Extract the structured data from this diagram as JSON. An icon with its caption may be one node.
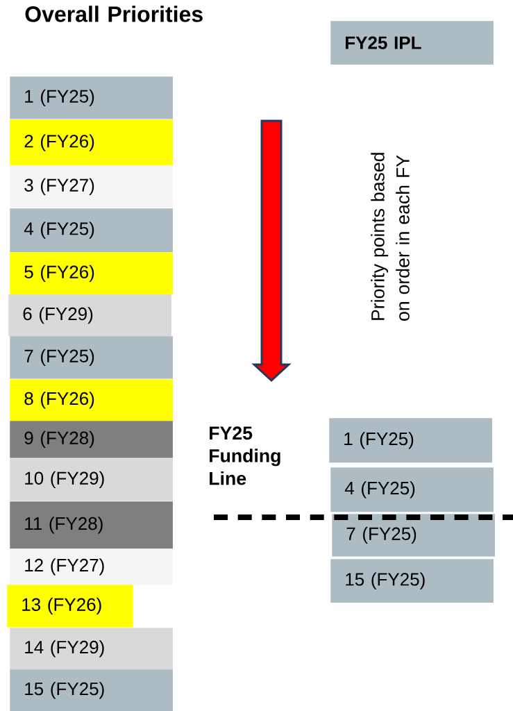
{
  "diagram": {
    "title": "Overall Priorities",
    "nodes": [
      {
        "text": [
          "1 (FY25)"
        ]
      },
      {
        "text": [
          "2 (FY26)"
        ]
      },
      {
        "text": [
          "3 (FY27)"
        ]
      },
      {
        "text": [
          "4 (FY25)"
        ]
      },
      {
        "text": [
          "5 (FY26)"
        ]
      },
      {
        "text": [
          "6 (FY29)"
        ]
      },
      {
        "text": [
          "7 (FY25)"
        ]
      },
      {
        "text": [
          "8 (FY26)"
        ]
      },
      {
        "text": [
          "9 (FY28)"
        ]
      },
      {
        "text": [
          "10 (FY29)"
        ]
      },
      {
        "text": [
          "11 (FY28)"
        ]
      },
      {
        "text": [
          "12 (FY27)"
        ]
      },
      {
        "text": [
          "13 (FY26)"
        ]
      },
      {
        "text": [
          "14 (FY29)"
        ]
      },
      {
        "text": [
          "15 (FY25)"
        ]
      },
      {
        "text": [
          "FY25 IPL"
        ]
      },
      {
        "text": [
          "1 (FY25)"
        ]
      },
      {
        "text": [
          "4 (FY25)"
        ]
      },
      {
        "text": [
          "7 (FY25)"
        ]
      },
      {
        "text": [
          "15 (FY25)"
        ]
      }
    ],
    "labels": [
      "Priority points based on order in each FY",
      "FY25 Funding Line"
    ]
  }
}
